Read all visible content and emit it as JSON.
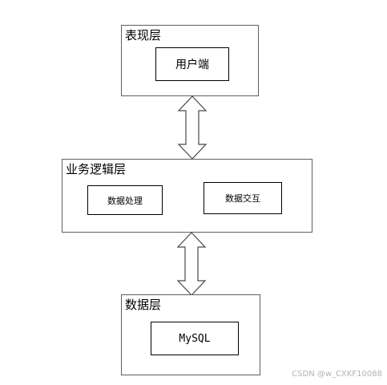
{
  "diagram": {
    "presentation_layer": {
      "title": "表现层",
      "client": "用户端"
    },
    "business_layer": {
      "title": "业务逻辑层",
      "data_processing": "数据处理",
      "data_interaction": "数据交互"
    },
    "data_layer": {
      "title": "数据层",
      "database": "MySQL"
    }
  },
  "watermark": "CSDN @w_CXKF10088",
  "colors": {
    "layer_border": "#5f5f5f",
    "box_border": "#000000",
    "arrow_outline": "#4a4a4a",
    "background": "#ffffff"
  }
}
